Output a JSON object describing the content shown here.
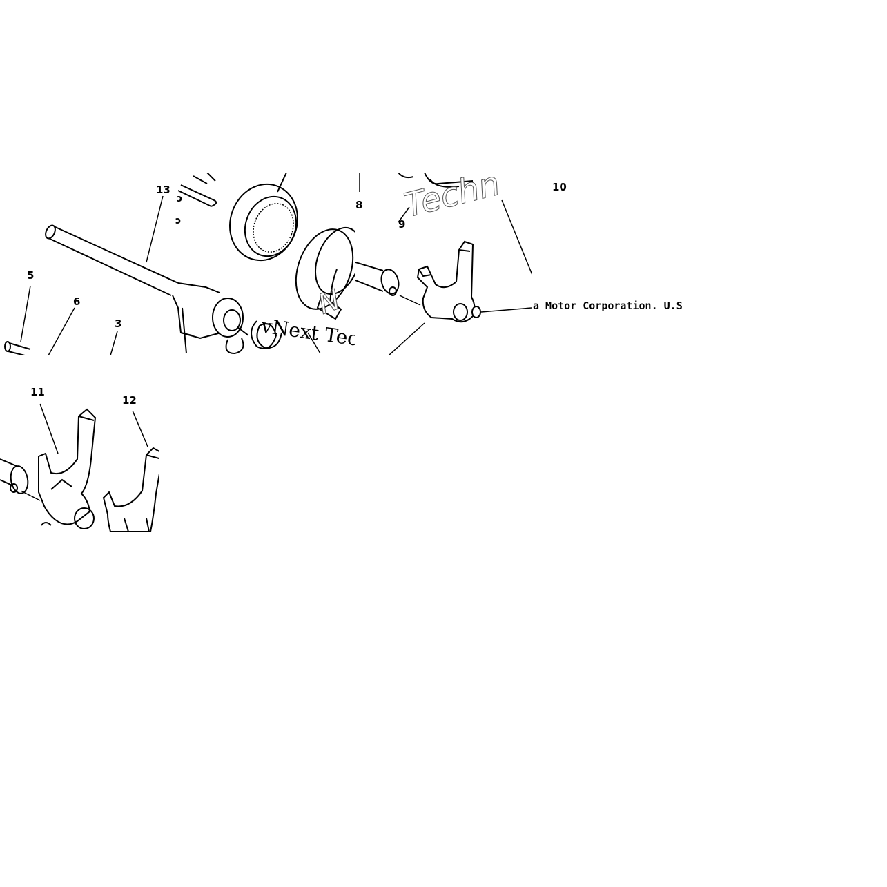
{
  "diagram": {
    "part_labels": {
      "p13": "13",
      "p8": "8",
      "p9": "9",
      "p10": "10",
      "p5": "5",
      "p6": "6",
      "p3": "3",
      "p11": "11",
      "p12": "12"
    },
    "caption": "a Motor Corporation. U.S",
    "watermarks": {
      "w1": "Techn",
      "w2": "vNext Tec",
      "w3": "N"
    }
  }
}
